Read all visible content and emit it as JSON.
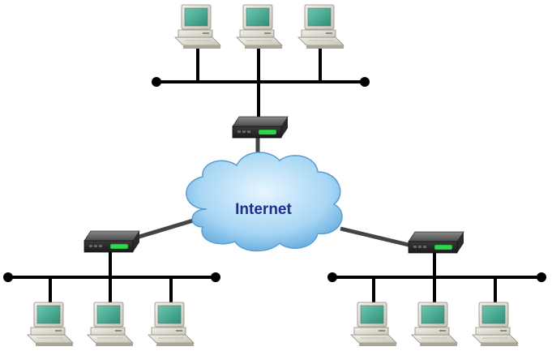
{
  "cloud": {
    "label": "Internet"
  },
  "colors": {
    "cloud_label": "#1c2f8c",
    "bus": "#000000",
    "uplink": "#444444",
    "monitor_screen": "#3fa58f",
    "cloud_fill": "#9fd0f0",
    "router_led": "#2fd84a"
  },
  "networks": [
    {
      "id": "top",
      "computers": 3,
      "router_icon": "router-icon"
    },
    {
      "id": "bottom-left",
      "computers": 3,
      "router_icon": "router-icon"
    },
    {
      "id": "bottom-right",
      "computers": 3,
      "router_icon": "router-icon"
    }
  ]
}
